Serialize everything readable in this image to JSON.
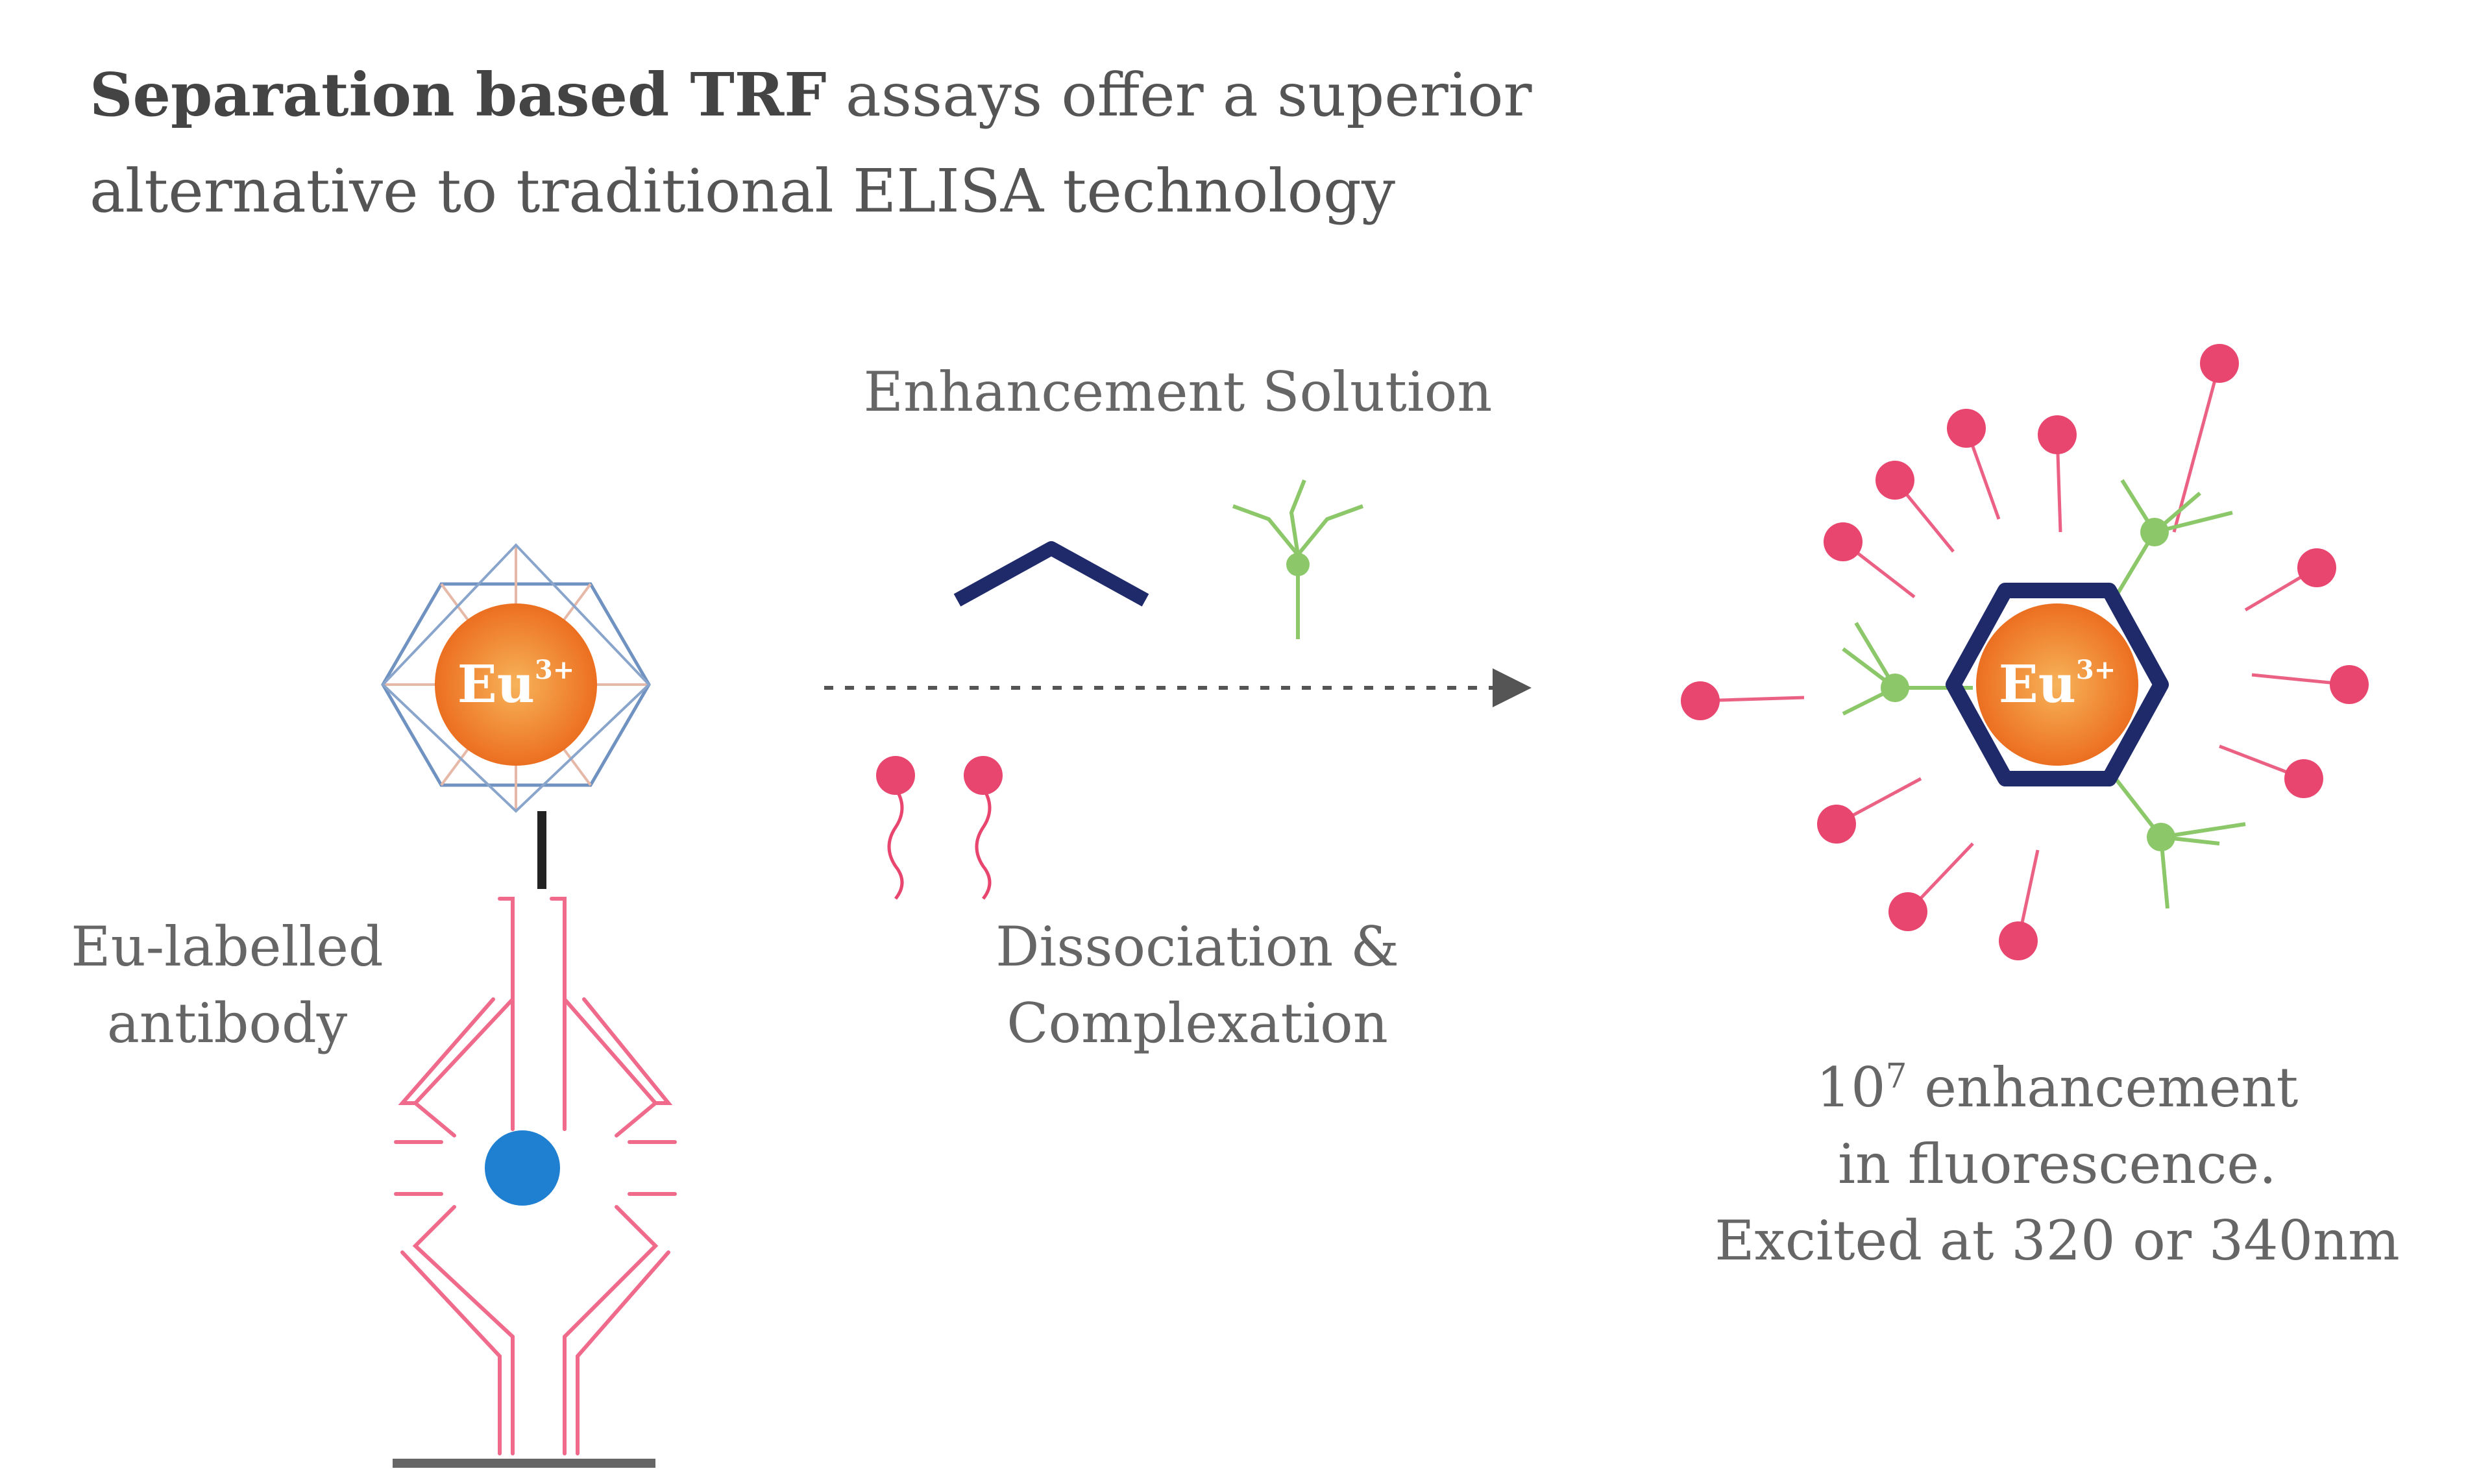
{
  "headline": {
    "bold": "Separation based TRF",
    "rest": " assays offer a superior alternative to traditional ELISA technology"
  },
  "labels": {
    "enhancement_solution": "Enhancement Solution",
    "dissociation": "Dissociation & Complexation",
    "antibody_line1": "Eu-labelled",
    "antibody_line2": "antibody",
    "result_base": "10",
    "result_exponent": "7",
    "result_line1_rest": " enhancement",
    "result_line2": "in fluorescence.",
    "result_line3": "Excited at 320 or 340nm"
  },
  "ion_labels": {
    "left": "Eu",
    "left_charge": "3+",
    "right": "Eu",
    "right_charge": "3+"
  },
  "colors": {
    "ion_orange": "#ee7524",
    "ion_center": "#f4a84a",
    "navy": "#1f2a6b",
    "chelate_outline": "#6f92c0",
    "pink": "#e8456f",
    "ligand_green": "#8cc86a",
    "analyte_blue": "#1f7fd1",
    "arrow_gray": "#555555"
  }
}
